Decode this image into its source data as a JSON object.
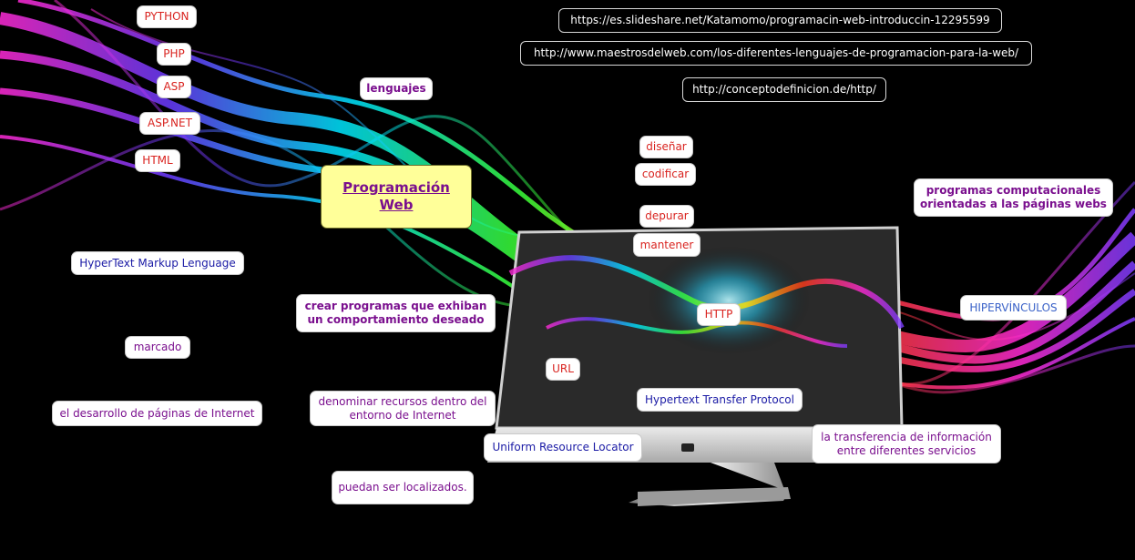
{
  "central": "Programación Web",
  "links": {
    "slideshare": "https://es.slideshare.net/Katamomo/programacin-web-introduccin-12295599",
    "maestros": "http://www.maestrosdelweb.com/los-diferentes-lenguajes-de-programacion-para-la-web/",
    "conceptodefinicion": "http://conceptodefinicion.de/http/"
  },
  "languages": {
    "python": "PYTHON",
    "php": "PHP",
    "asp": "ASP",
    "aspnet": "ASP.NET",
    "html": "HTML",
    "heading": "lenguajes"
  },
  "html_branch": {
    "expansion": "HyperText Markup Lenguage",
    "marcado": "marcado",
    "desarrollo": "el desarrollo de páginas de Internet"
  },
  "actions": {
    "disenar": "diseñar",
    "codificar": "codificar",
    "depurar": "depurar",
    "mantener": "mantener"
  },
  "definition": {
    "crear": "crear programas que exhiban un comportamiento deseado",
    "programas": "programas computacionales orientadas a las páginas webs"
  },
  "http_branch": {
    "http": "HTTP",
    "expansion": "Hypertext Transfer Protocol",
    "hipervinculos": "HIPERVÍNCULOS",
    "transferencia": "la transferencia de información entre diferentes servicios"
  },
  "url_branch": {
    "url": "URL",
    "expansion": "Uniform Resource Locator",
    "denominar": "denominar recursos dentro del entorno de Internet",
    "localizados": "puedan ser localizados."
  }
}
